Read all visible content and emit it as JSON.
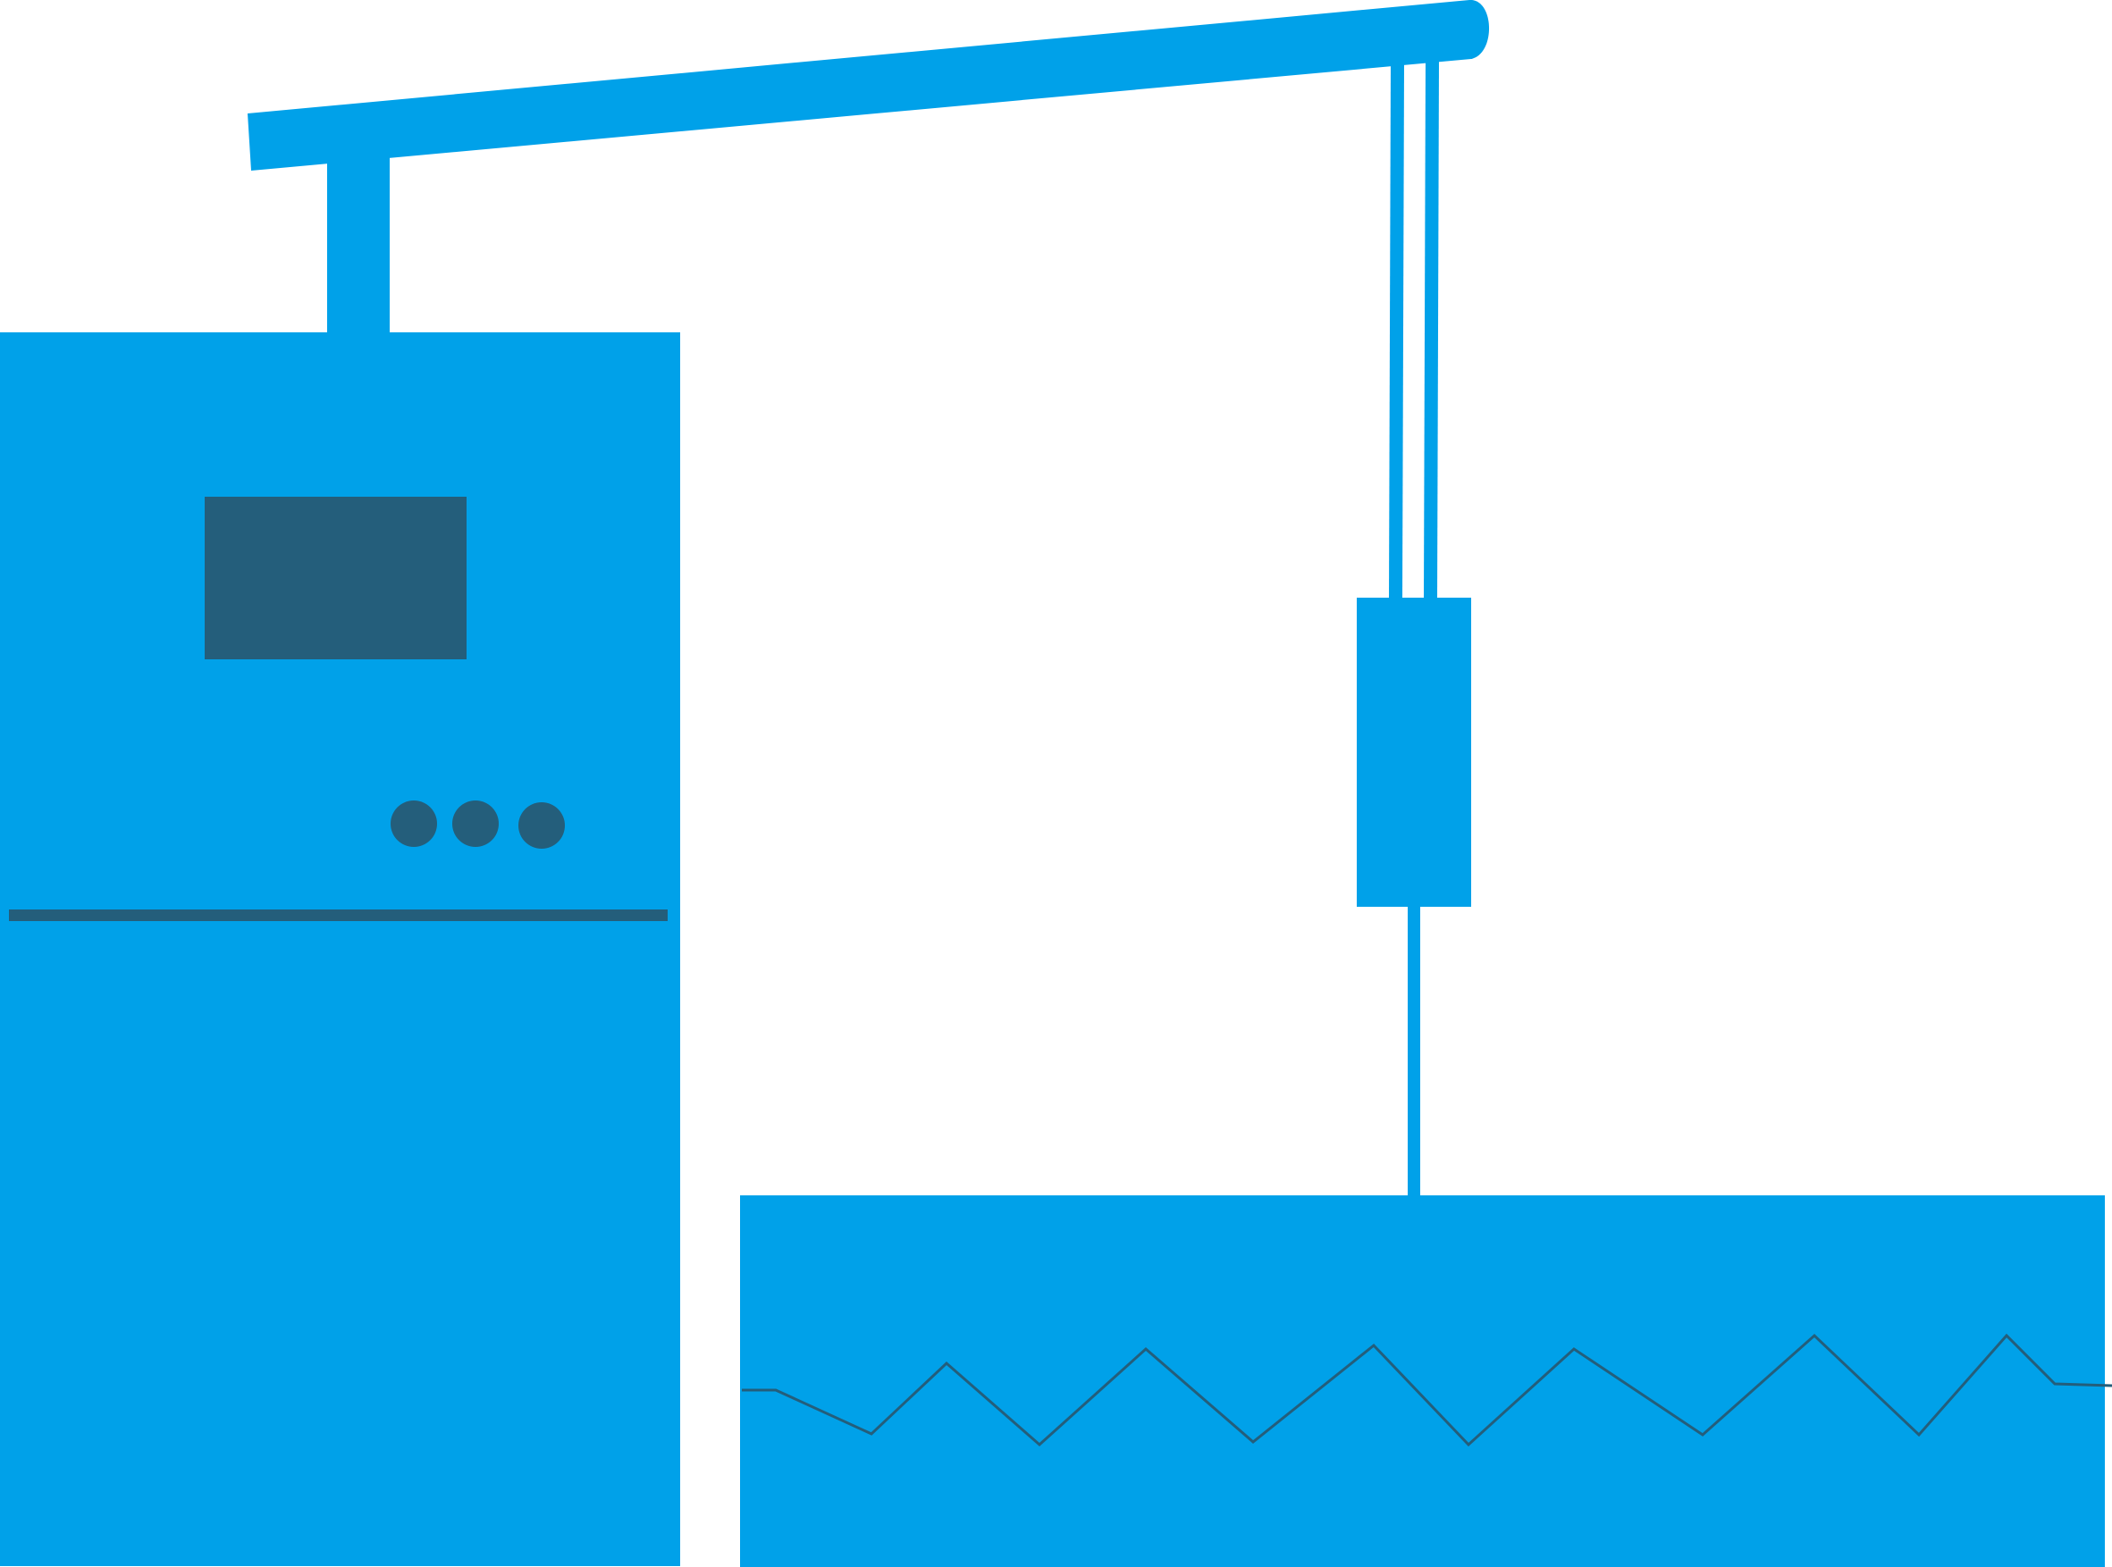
{
  "colors": {
    "equipment": "#00A1E9",
    "detail": "#245E7B",
    "background": "#FFFFFF"
  },
  "controller": {
    "display": {},
    "indicator_lights": [
      {
        "name": "indicator-light-1"
      },
      {
        "name": "indicator-light-2"
      },
      {
        "name": "indicator-light-3"
      }
    ]
  },
  "arm": {
    "post": {},
    "boom": {},
    "cables": [
      {
        "name": "cable-left"
      },
      {
        "name": "cable-right"
      }
    ]
  },
  "probe": {
    "head": {},
    "rod": {}
  },
  "tank": {
    "liquid_surface": {}
  }
}
